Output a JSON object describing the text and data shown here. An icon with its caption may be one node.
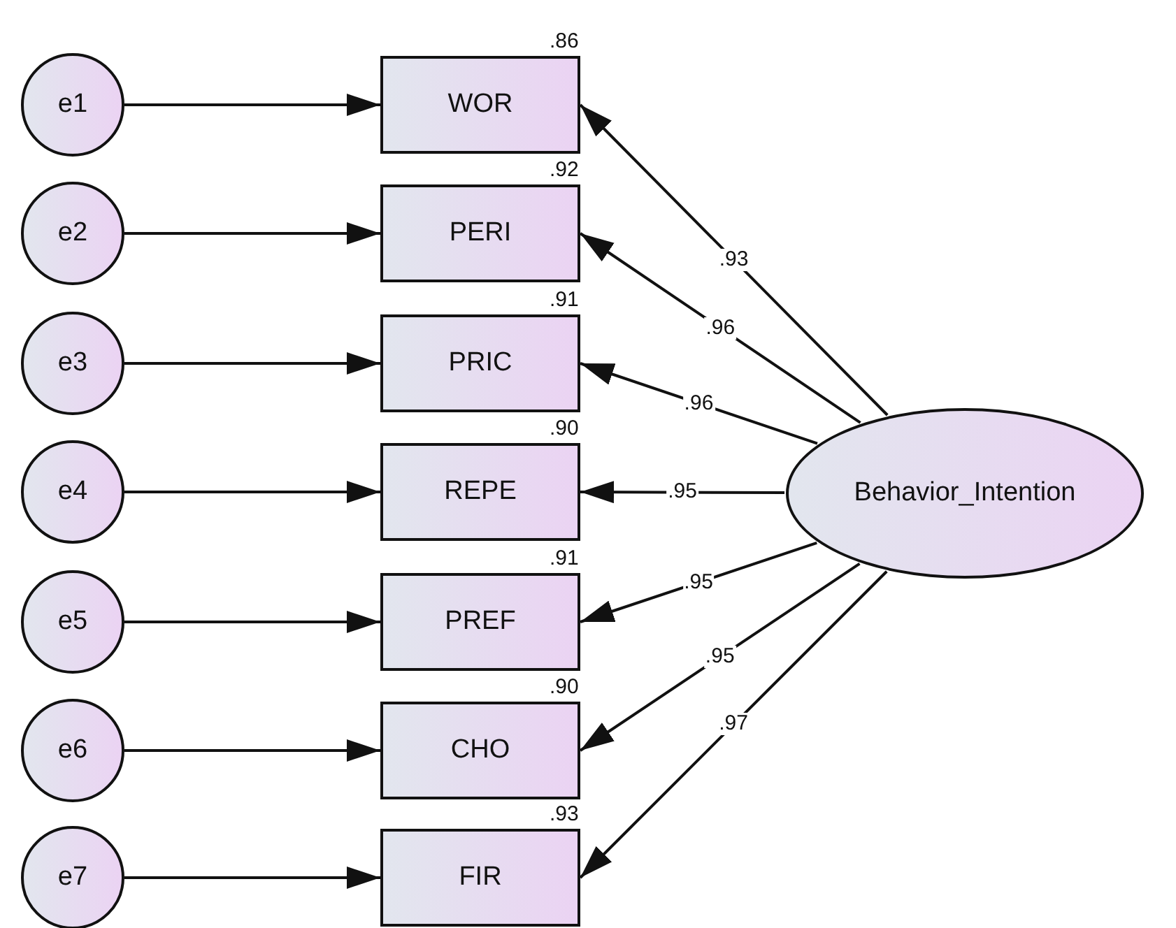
{
  "diagram": {
    "nodes": [
      {
        "text": [
          "e1"
        ]
      },
      {
        "text": [
          "e2"
        ]
      },
      {
        "text": [
          "e3"
        ]
      },
      {
        "text": [
          "e4"
        ]
      },
      {
        "text": [
          "e5"
        ]
      },
      {
        "text": [
          "e6"
        ]
      },
      {
        "text": [
          "e7"
        ]
      },
      {
        "text": [
          "WOR"
        ],
        "beside": [
          ".86"
        ]
      },
      {
        "text": [
          "PERI"
        ],
        "beside": [
          ".92"
        ]
      },
      {
        "text": [
          "PRIC"
        ],
        "beside": [
          ".91"
        ]
      },
      {
        "text": [
          "REPE"
        ],
        "beside": [
          ".90"
        ]
      },
      {
        "text": [
          "PREF"
        ],
        "beside": [
          ".91"
        ]
      },
      {
        "text": [
          "CHO"
        ],
        "beside": [
          ".90"
        ]
      },
      {
        "text": [
          "FIR"
        ],
        "beside": [
          ".93"
        ]
      },
      {
        "text": [
          "Behavior_Intention"
        ]
      }
    ],
    "edges": [
      {
        "from": 0,
        "to": 7,
        "arrow": "to"
      },
      {
        "from": 1,
        "to": 8,
        "arrow": "to"
      },
      {
        "from": 2,
        "to": 9,
        "arrow": "to"
      },
      {
        "from": 3,
        "to": 10,
        "arrow": "to"
      },
      {
        "from": 4,
        "to": 11,
        "arrow": "to"
      },
      {
        "from": 5,
        "to": 12,
        "arrow": "to"
      },
      {
        "from": 6,
        "to": 13,
        "arrow": "to"
      },
      {
        "from": 14,
        "to": 7,
        "arrow": "to",
        "label": ".93"
      },
      {
        "from": 14,
        "to": 8,
        "arrow": "to",
        "label": ".96"
      },
      {
        "from": 14,
        "to": 9,
        "arrow": "to",
        "label": ".96"
      },
      {
        "from": 14,
        "to": 10,
        "arrow": "to",
        "label": ".95"
      },
      {
        "from": 14,
        "to": 11,
        "arrow": "to",
        "label": ".95"
      },
      {
        "from": 14,
        "to": 12,
        "arrow": "to",
        "label": ".95"
      },
      {
        "from": 14,
        "to": 13,
        "arrow": "to",
        "label": ".97"
      }
    ]
  }
}
